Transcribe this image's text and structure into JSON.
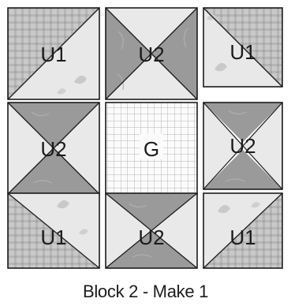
{
  "block": {
    "caption": "Block 2 - Make 1",
    "patches": [
      {
        "label": "U1",
        "type": "U1"
      },
      {
        "label": "U2",
        "type": "U2"
      },
      {
        "label": "U1",
        "type": "U1"
      },
      {
        "label": "U2",
        "type": "U2"
      },
      {
        "label": "G",
        "type": "G"
      },
      {
        "label": "U2",
        "type": "U2"
      },
      {
        "label": "U1",
        "type": "U1"
      },
      {
        "label": "U2",
        "type": "U2"
      },
      {
        "label": "U1",
        "type": "U1"
      }
    ]
  },
  "colors": {
    "light_fabric": "#e9e9e9",
    "dark_fabric": "#9a9a9a",
    "check_fabric": "#c8c8c8",
    "grid_fabric": "#ffffff",
    "outline": "#1c1c1c"
  }
}
